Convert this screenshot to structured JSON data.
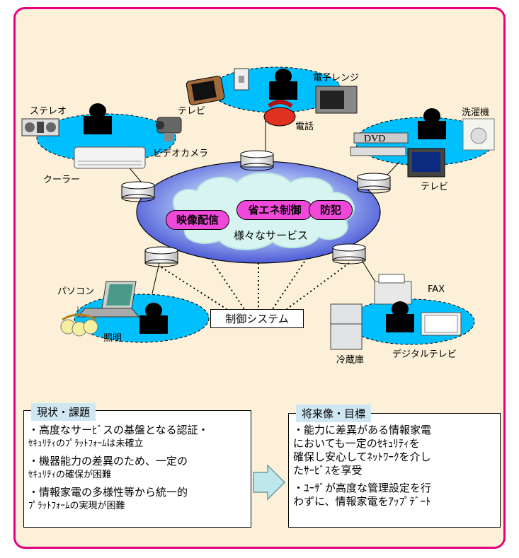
{
  "devices": {
    "stereo": "ステレオ",
    "tv_top": "テレビ",
    "microwave": "電子レンジ",
    "phone": "電話",
    "video_camera": "ビデオカメラ",
    "cooler": "クーラー",
    "washer": "洗濯機",
    "dvd": "DVD",
    "tv_right": "テレビ",
    "pc": "パソコン",
    "lighting": "照明",
    "fax": "FAX",
    "fridge": "冷蔵庫",
    "digital_tv": "デジタルテレビ"
  },
  "services": {
    "energy": "省エネ制御",
    "security": "防犯",
    "video": "映像配信",
    "various": "様々なサービス"
  },
  "control_system": "制御システム",
  "current": {
    "title": "現状・課題",
    "items": [
      "・高度なサーﾋﾞスの基盤となる認証・",
      "ｾｷｭﾘﾃｨのﾌﾟﾗｯﾄﾌｫｰﾑは未確立",
      "・機器能力の差異のため、一定の",
      "ｾｷｭﾘﾃｨの確保が困難",
      "・情報家電の多様性等から統一的",
      "ﾌﾟﾗｯﾄﾌｫｰﾑの実現が困難"
    ]
  },
  "future": {
    "title": "将来像・目標",
    "items": [
      "・能力に差異がある情報家電",
      "においても一定のｾｷｭﾘﾃｨを",
      "確保し安心してﾈｯﾄﾜｰｸを介し",
      "たｻｰﾋﾞｽを享受",
      "・ﾕｰｻﾞが高度な管理設定を行",
      "わずに、情報家電をｱｯﾌﾟﾃﾞｰﾄ"
    ]
  },
  "colors": {
    "border": "#e6007e",
    "background": "#fdf0d8",
    "cyan": "#00bfff",
    "pink": "#f048d8",
    "panel_title": "#cfe6f3"
  }
}
